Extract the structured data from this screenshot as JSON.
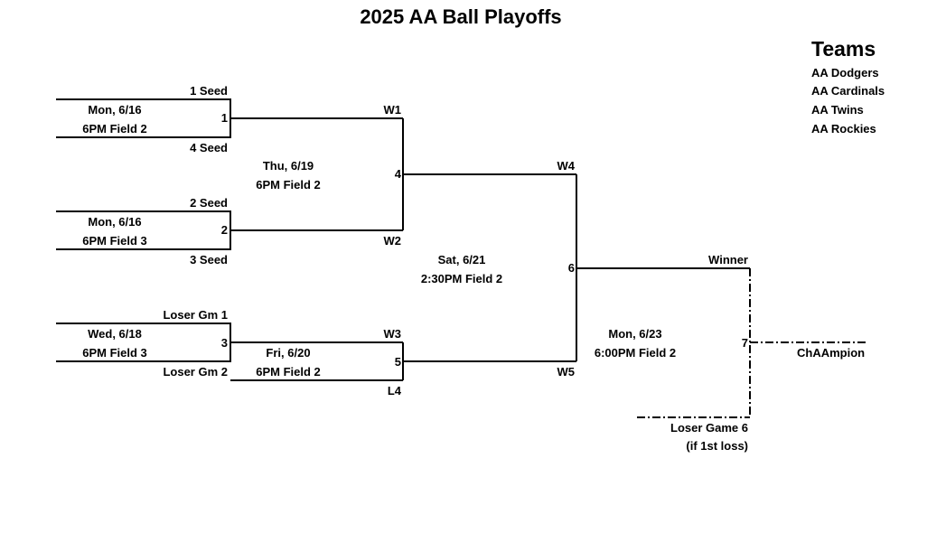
{
  "title": "2025 AA Ball Playoffs",
  "teams": {
    "heading": "Teams",
    "list": [
      "AA Dodgers",
      "AA Cardinals",
      "AA Twins",
      "AA Rockies"
    ]
  },
  "games": {
    "g1": {
      "num": "1",
      "top": "1 Seed",
      "bottom": "4 Seed",
      "date": "Mon, 6/16",
      "time": "6PM Field 2"
    },
    "g2": {
      "num": "2",
      "top": "2 Seed",
      "bottom": "3 Seed",
      "date": "Mon, 6/16",
      "time": "6PM Field 3"
    },
    "g3": {
      "num": "3",
      "top": "Loser Gm 1",
      "bottom": "Loser Gm 2",
      "date": "Wed, 6/18",
      "time": "6PM Field 3"
    },
    "g4": {
      "num": "4",
      "top": "W1",
      "bottom": "W2",
      "date": "Thu, 6/19",
      "time": "6PM Field 2"
    },
    "g5": {
      "num": "5",
      "top": "W3",
      "bottom": "L4",
      "date": "Fri, 6/20",
      "time": "6PM Field 2"
    },
    "g6": {
      "num": "6",
      "top": "W4",
      "bottom": "W5",
      "date": "Sat, 6/21",
      "time": "2:30PM Field 2"
    },
    "g7": {
      "num": "7",
      "top": "Winner",
      "date": "Mon, 6/23",
      "time": "6:00PM Field 2",
      "loser_line1": "Loser Game 6",
      "loser_line2": "(if 1st loss)",
      "champion": "ChAAmpion"
    }
  }
}
